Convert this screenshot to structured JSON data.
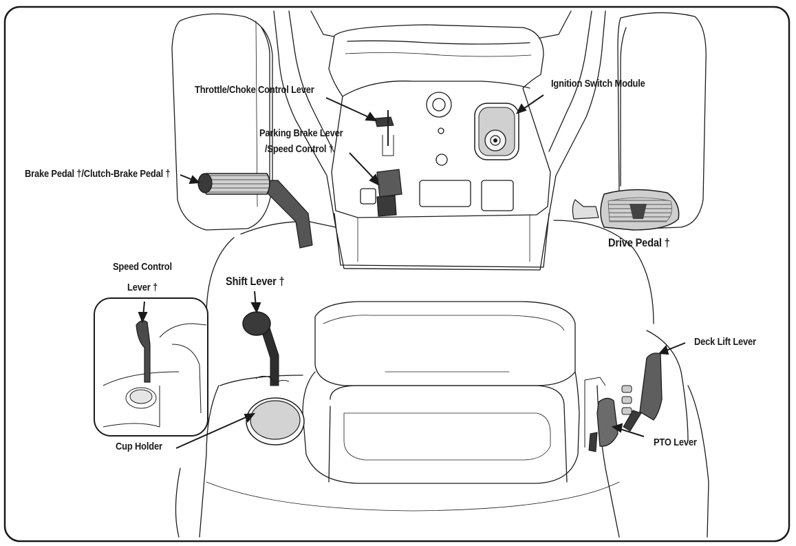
{
  "labels": {
    "throttle": "Throttle/Choke Control Lever",
    "ignition": "Ignition Switch Module",
    "parking_line1": "Parking Brake Lever",
    "parking_line2": "/Speed Control †",
    "brake_pedal": "Brake Pedal †/Clutch-Brake Pedal †",
    "drive_pedal": "Drive Pedal †",
    "speed_control_line1": "Speed Control",
    "speed_control_line2": "Lever †",
    "shift_lever": "Shift Lever †",
    "deck_lift": "Deck Lift Lever",
    "pto": "PTO Lever",
    "cup_holder": "Cup Holder"
  },
  "colors": {
    "outline": "#1a1a1a",
    "lever_dark": "#3a3a3a",
    "lever_mid": "#6b6b6b",
    "panel_gray": "#bdbdbd",
    "light_gray": "#d9d9d9"
  }
}
